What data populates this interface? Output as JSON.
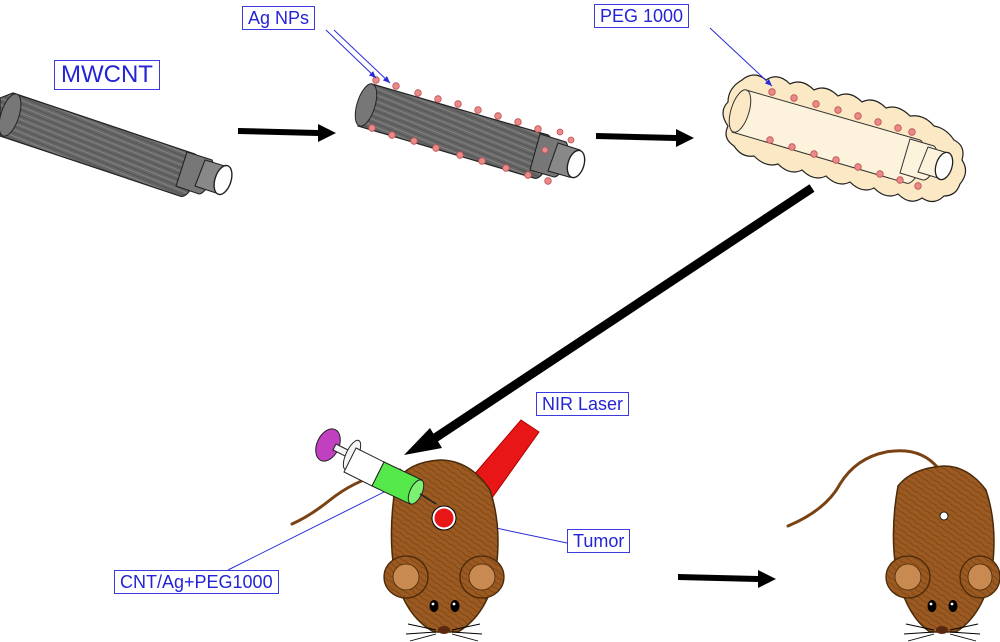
{
  "labels": {
    "mwcnt": "MWCNT",
    "ag_nps": "Ag NPs",
    "peg": "PEG 1000",
    "nir_laser": "NIR Laser",
    "tumor": "Tumor",
    "composite": "CNT/Ag+PEG1000"
  },
  "colors": {
    "label_text": "#2424d6",
    "label_border": "#3a3ae0",
    "nanotube": "#5f5f5f",
    "ag_particle": "#e88a8a",
    "peg_coating": "#fbe8c4",
    "laser": "#e81616",
    "tumor": "#e81616",
    "syringe_barrel": "#55e84a",
    "syringe_plunger": "#c040c0",
    "mouse_body": "#9a5a22",
    "arrow": "#000000"
  }
}
